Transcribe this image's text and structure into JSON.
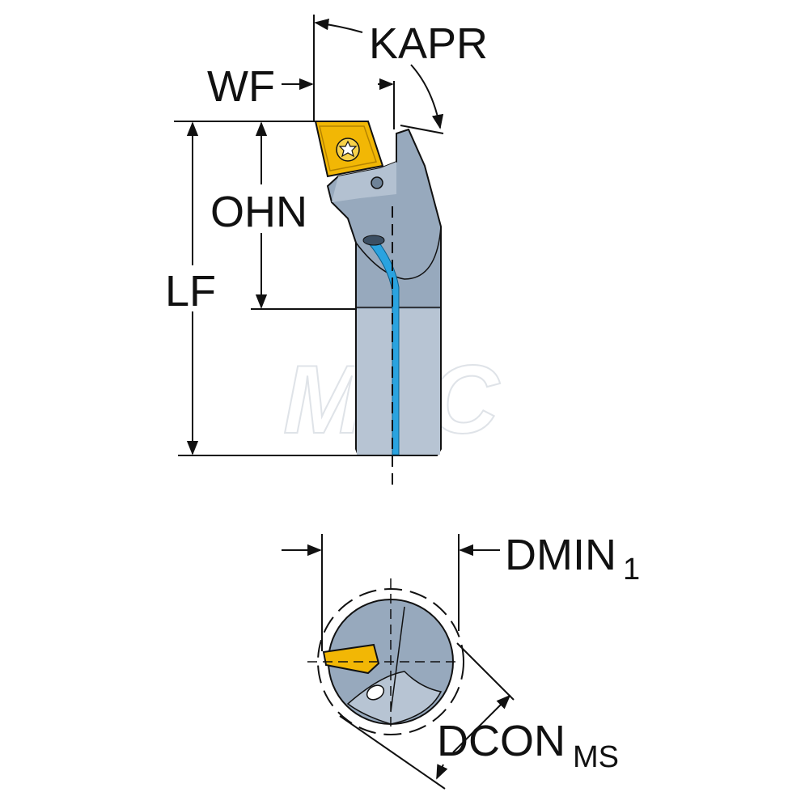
{
  "labels": {
    "kapr": "KAPR",
    "wf": "WF",
    "ohn": "OHN",
    "lf": "LF",
    "dmin": "DMIN",
    "dmin_sub": "1",
    "dcon": "DCON",
    "dcon_sub": "MS"
  },
  "watermark": "MSC",
  "colors": {
    "body": "#97a9bd",
    "body_light": "#c3cfdc",
    "body_dark": "#6f8398",
    "insert": "#f2b705",
    "insert_dark": "#b58300",
    "coolant": "#2aa3e0",
    "line": "#111111"
  }
}
